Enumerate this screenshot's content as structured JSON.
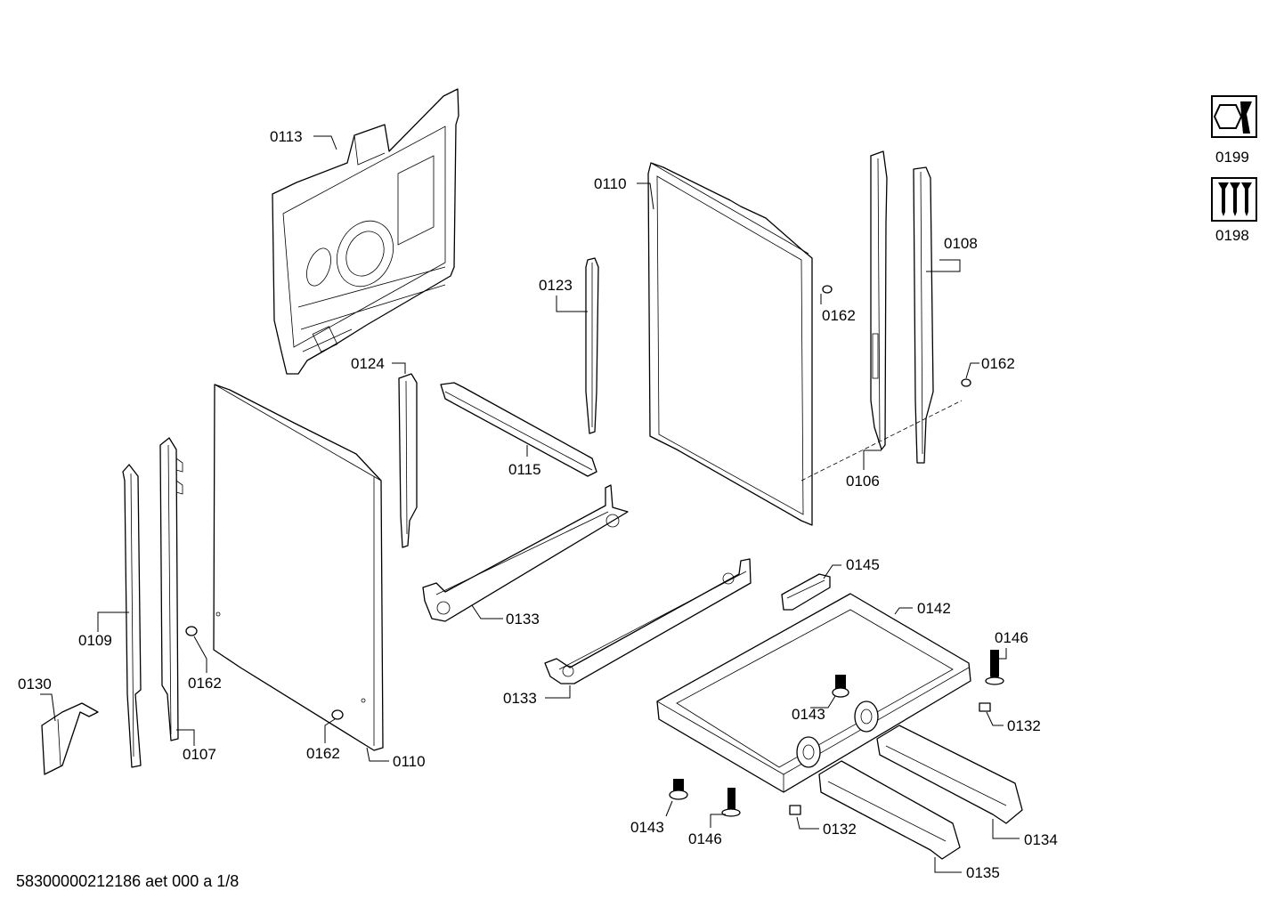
{
  "labels": {
    "p0113": "0113",
    "p0110_top": "0110",
    "p0123": "0123",
    "p0162_a": "0162",
    "p0108": "0108",
    "p0162_b": "0162",
    "p0106": "0106",
    "p0124": "0124",
    "p0115": "0115",
    "p0133_a": "0133",
    "p0133_b": "0133",
    "p0145": "0145",
    "p0142": "0142",
    "p0146_a": "0146",
    "p0143_a": "0143",
    "p0132_a": "0132",
    "p0109": "0109",
    "p0130": "0130",
    "p0162_c": "0162",
    "p0107": "0107",
    "p0162_d": "0162",
    "p0110_bottom": "0110",
    "p0143_b": "0143",
    "p0146_b": "0146",
    "p0132_b": "0132",
    "p0134": "0134",
    "p0135": "0135",
    "p0199": "0199",
    "p0198": "0198"
  },
  "footer": "58300000212186 aet 000 a 1/8",
  "icons": [
    "wrench-service-icon",
    "screws-kit-icon"
  ]
}
